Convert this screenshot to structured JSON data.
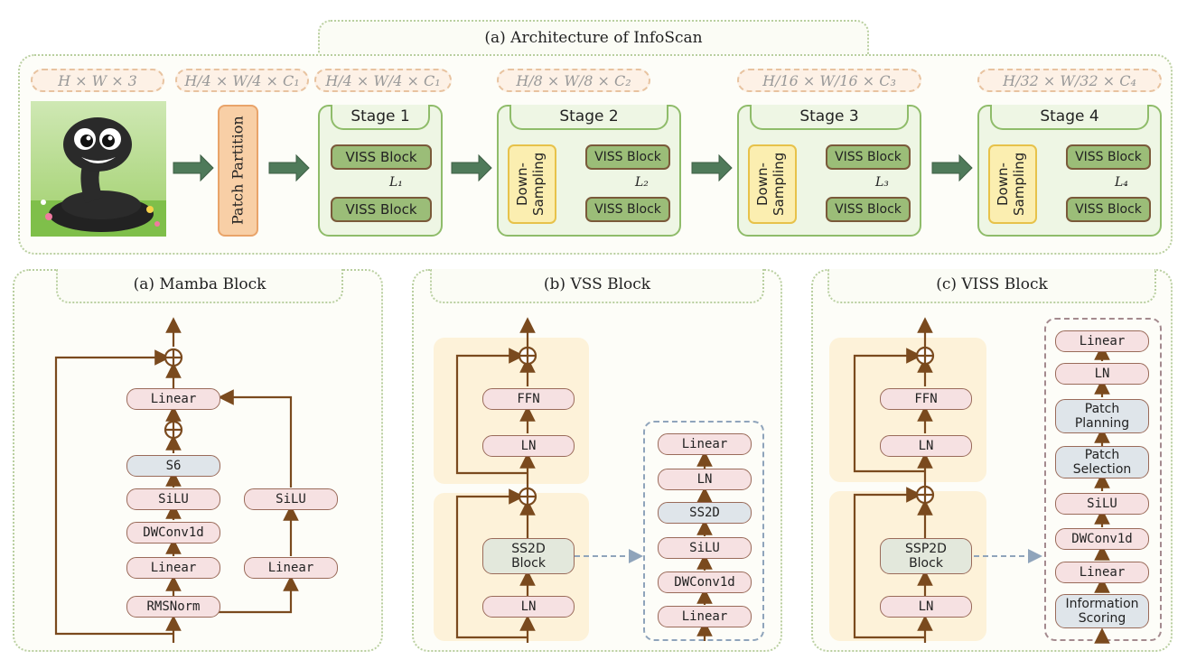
{
  "top": {
    "title": "(a) Architecture of InfoScan",
    "dims": [
      "H × W × 3",
      "H/4 × W/4 × C₁",
      "H/4 × W/4 × C₁",
      "H/8 × W/8 × C₂",
      "H/16 × W/16 × C₃",
      "H/32 × W/32 × C₄"
    ],
    "patch_partition": "Patch Partition",
    "stages": [
      {
        "title": "Stage 1",
        "block_top": "VISS Block",
        "block_bottom": "VISS Block",
        "repeat": "L₁"
      },
      {
        "title": "Stage 2",
        "down": "Down-Sampling",
        "block_top": "VISS Block",
        "block_bottom": "VISS Block",
        "repeat": "L₂"
      },
      {
        "title": "Stage 3",
        "down": "Down-Sampling",
        "block_top": "VISS Block",
        "block_bottom": "VISS Block",
        "repeat": "L₃"
      },
      {
        "title": "Stage 4",
        "down": "Down-Sampling",
        "block_top": "VISS Block",
        "block_bottom": "VISS Block",
        "repeat": "L₄"
      }
    ]
  },
  "mamba": {
    "title": "(a) Mamba Block",
    "linear_top": "Linear",
    "s6": "S6",
    "silu_left": "SiLU",
    "dwconv": "DWConv1d",
    "linear_left": "Linear",
    "rmsnorm": "RMSNorm",
    "silu_right": "SiLU",
    "linear_right": "Linear"
  },
  "vss": {
    "title": "(b) VSS Block",
    "ffn": "FFN",
    "ln_top": "LN",
    "ss2d_block": "SS2D Block",
    "ln_bottom": "LN",
    "detail": [
      "Linear",
      "LN",
      "SS2D",
      "SiLU",
      "DWConv1d",
      "Linear"
    ]
  },
  "viss": {
    "title": "(c) VISS Block",
    "ffn": "FFN",
    "ln_top": "LN",
    "ssp2d_block": "SSP2D Block",
    "ln_bottom": "LN",
    "detail": [
      "Linear",
      "LN",
      "Patch Planning",
      "Patch Selection",
      "SiLU",
      "DWConv1d",
      "Linear",
      "Information Scoring"
    ]
  },
  "colors": {
    "arrow_brown": "#7a4a1e",
    "stage_green": "#8fbc6a",
    "block_green": "#9bbd78",
    "downsample_yellow": "#fbeeb0",
    "patch_orange": "#f8cfa6",
    "dashed_blue": "#8fa4bb"
  }
}
